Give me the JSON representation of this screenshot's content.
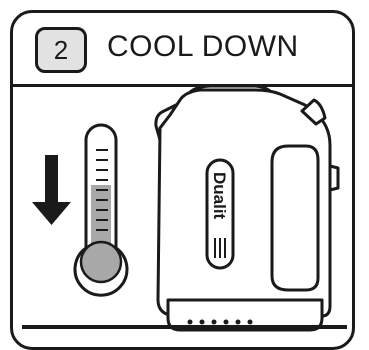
{
  "step": {
    "number": "2",
    "title": "COOL DOWN"
  },
  "kettle": {
    "brand": "Dualit"
  },
  "icons": [
    "arrow-down-icon",
    "thermometer-icon",
    "kettle-illustration"
  ],
  "colors": {
    "line": "#1a1a1a",
    "badge": "#e2e2e2",
    "mercury": "#a8a8a8",
    "background": "#ffffff"
  }
}
